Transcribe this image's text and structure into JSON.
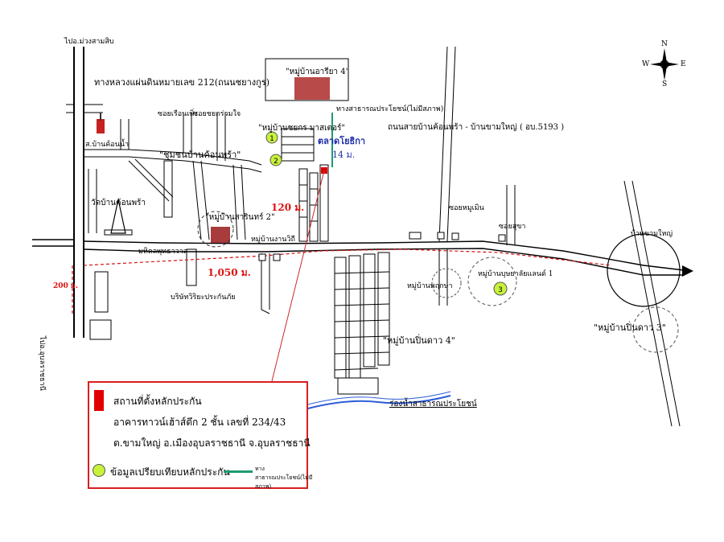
{
  "map": {
    "labels": {
      "to_north": "ไปอ.ม่วงสามสิบ",
      "highway_212": "ทางหลวงแผ่นดินหมายเลข 212(ถนนชยางกูร)",
      "to_south": "ไปอ.อุบลราชธานี",
      "police": "ส.บ้านค้อนน้ำ",
      "soi_1": "ซอยเรือนเพิ่ง",
      "soi_2": "ซอยชยกร่วมใจ",
      "community": "\"ชุมชนบ้านค้อนพร้า\"",
      "temple": "วัดบ้านค้อนพร้า",
      "village_sarin2": "\"หมู่บ้านสารินทร์ 2\"",
      "village_ariya4": "\"หมู่บ้านอารียา 4\"",
      "village_chayakorn": "\"หมู่บ้านชยกร มาสเตอร์\"",
      "public_way_top": "ทางสาธารณประโยชน์(ไม่มีสภาพ)",
      "road_name": "ถนนสายบ้านค้อนพร้า - บ้านขามใหญ่ ( อบ.5193 )",
      "market": "ตลาดโยธิกา",
      "dist_14": "14 ม.",
      "dist_120": "120 ม.",
      "dist_1050": "1,050 ม.",
      "dist_200": "200 ม.",
      "school": "มหิดลพุทธาวาส",
      "company": "บริษัทวิริยะประกันภัย",
      "village_pinkdao4": "\"หมู่บ้านปิ่นดาว 4\"",
      "village_pinkdao3": "\"หมู่บ้านปิ่นดาว 3\"",
      "village_bussaya": "หมู่บ้านบุษยาลัยแลนด์ 1",
      "village_pruksa": "หมู่บ้านพฤกษา",
      "canal": "ร่องน้ำสาธารณประโยชน์",
      "soi_moon": "ซอยหมูเมิน",
      "soi_right": "ซอยสุขา",
      "kham_yai": "บ้านขามใหญ่",
      "mi_ngan": "หมู่บ้านงานวิถี"
    },
    "markers": [
      "1",
      "2",
      "3"
    ],
    "compass": {
      "n": "N",
      "s": "S",
      "e": "E",
      "w": "W"
    }
  },
  "legend": {
    "line1": "สถานที่ตั้งหลักประกัน",
    "line2": "อาคารทาวน์เฮ้าส์ตึก 2 ชั้น เลขที่ 234/43",
    "line3": "ต.ขามใหญ่ อ.เมืองอุบลราชธานี จ.อุบลราชธานี",
    "line4": "ข้อมูลเปรียบเทียบหลักประกัน",
    "line5": "ทางสาธารณประโยชน์(ไม่มีสภาพ)"
  },
  "colors": {
    "subject": "#e00000",
    "compare_marker": "#c8f23a",
    "public_way": "#1e9a73",
    "route": "#d11111",
    "canal": "#2b5bd7"
  }
}
